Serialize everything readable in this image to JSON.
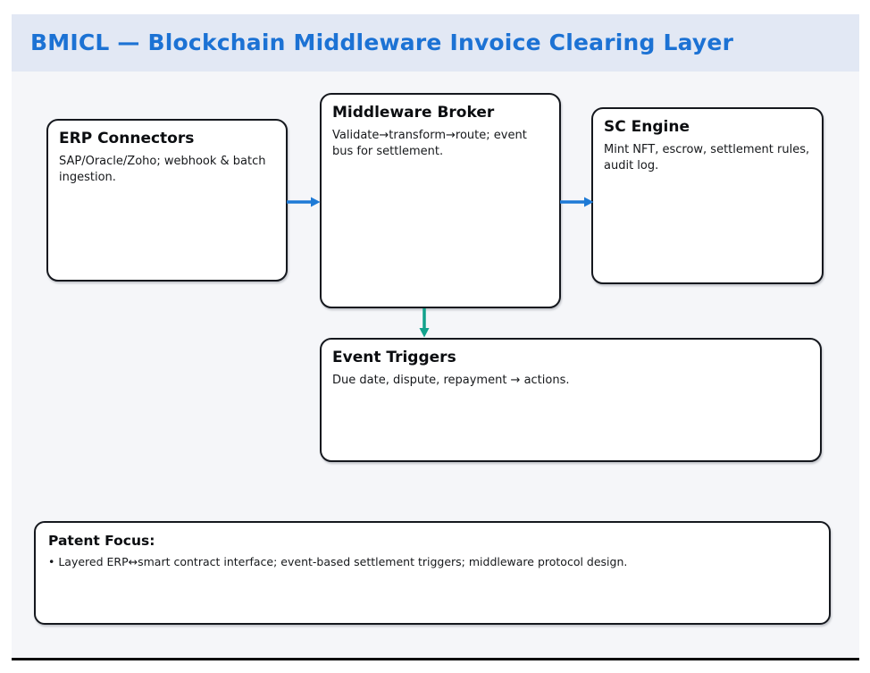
{
  "title": "BMICL — Blockchain Middleware Invoice Clearing Layer",
  "nodes": {
    "erp": {
      "title": "ERP Connectors",
      "body": "SAP/Oracle/Zoho; webhook & batch ingestion."
    },
    "broker": {
      "title": "Middleware Broker",
      "body": "Validate→transform→route; event bus for settlement."
    },
    "sc": {
      "title": "SC Engine",
      "body": "Mint NFT, escrow, settlement rules, audit log."
    },
    "events": {
      "title": "Event Triggers",
      "body": "Due date, dispute, repayment → actions."
    }
  },
  "patent": {
    "title": "Patent Focus:",
    "bullet": "• Layered ERP↔smart contract interface; event-based settlement triggers; middleware protocol design."
  },
  "colors": {
    "accent_blue": "#1c72d4",
    "header_band": "#e2e8f4",
    "slide_bg": "#f5f6f9",
    "box_border": "#15181e",
    "arrow_blue": "#1e7ad6",
    "arrow_teal": "#12a28c"
  }
}
